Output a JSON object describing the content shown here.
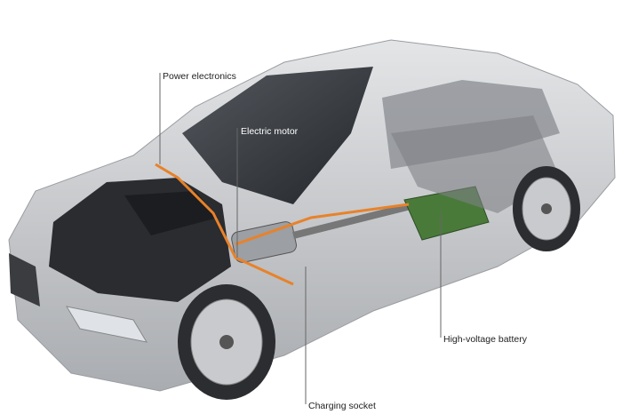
{
  "labels": {
    "power_electronics": "Power electronics",
    "electric_motor": "Electric motor",
    "high_voltage_battery": "High-voltage battery",
    "charging_socket": "Charging socket"
  },
  "colors": {
    "body": "#c9cbce",
    "glass": "#3a3d42",
    "engine": "#2a2c30",
    "cable": "#e8822a",
    "battery": "#4a7a3a",
    "leader": "#666666"
  }
}
